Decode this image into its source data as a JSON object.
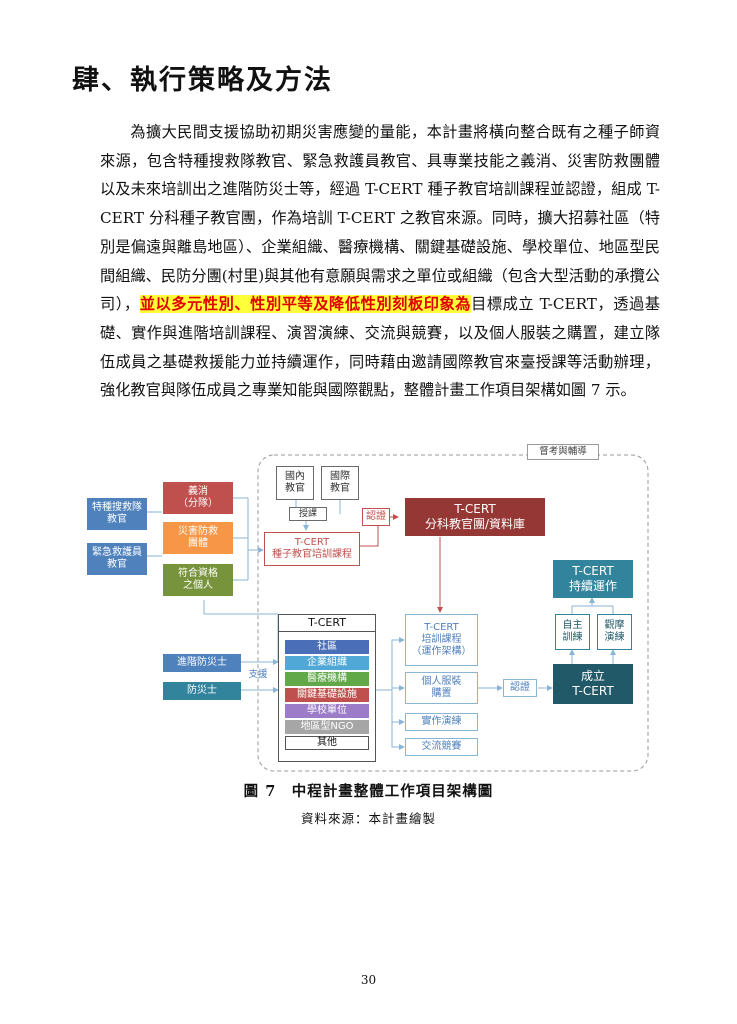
{
  "heading": "肆、執行策略及方法",
  "paragraph": {
    "before": "為擴大民間支援協助初期災害應變的量能，本計畫將橫向整合既有之種子師資來源，包含特種搜救隊教官、緊急救護員教官、具專業技能之義消、災害防救團體以及未來培訓出之進階防災士等，經過 T-CERT 種子教官培訓課程並認證，組成 T-CERT 分科種子教官團，作為培訓 T-CERT 之教官來源。同時，擴大招募社區（特別是偏遠與離島地區）、企業組織、醫療機構、關鍵基礎設施、學校單位、地區型民間組織、民防分團(村里)與其他有意願與需求之單位或組織（包含大型活動的承攬公司），",
    "highlight": "並以多元性別、性別平等及降低性別刻板印象為",
    "after": "目標成立 T-CERT，透過基礎、實作與進階培訓課程、演習演練、交流與競賽，以及個人服裝之購置，建立隊伍成員之基礎救援能力並持續運作，同時藉由邀請國際教官來臺授課等活動辦理，強化教官與隊伍成員之專業知能與國際觀點，整體計畫工作項目架構如圖 7 示。"
  },
  "diagram": {
    "supervision": "督考與輔導",
    "domestic": "國內\n教官",
    "international": "國際\n教官",
    "teach": "授課",
    "special_rescue": "特種搜救隊\n教官",
    "emt": "緊急救護員\n教官",
    "volunteer_fire": "義消\n（分隊）",
    "disaster_group": "災害防救\n團體",
    "qualified": "符合資格\n之個人",
    "seed_course": "T-CERT\n種子教官培訓課程",
    "certify": "認證",
    "seed_team": "T-CERT\n分科教官團/資料庫",
    "tcert_header": "T-CERT",
    "units": [
      {
        "label": "社區",
        "color": "#4a6fb8"
      },
      {
        "label": "企業組織",
        "color": "#4fa8d6"
      },
      {
        "label": "醫療機構",
        "color": "#60a848"
      },
      {
        "label": "關鍵基礎設施",
        "color": "#c0504d"
      },
      {
        "label": "學校單位",
        "color": "#9c7bc8"
      },
      {
        "label": "地區型NGO",
        "color": "#a6a6a6"
      },
      {
        "label": "其他",
        "color": "#ffffff"
      }
    ],
    "advanced_du": "進階防災士",
    "du": "防災士",
    "support": "支援",
    "course": "T-CERT\n培訓課程\n（運作架構）",
    "gear": "個人服裝\n購置",
    "drill": "實作演練",
    "contest": "交流競賽",
    "certify2": "認證",
    "establish": "成立\nT-CERT",
    "self_train": "自主\n訓練",
    "observe": "觀摩\n演練",
    "sustain": "T-CERT\n持續運作"
  },
  "caption": "圖 7　中程計畫整體工作項目架構圖",
  "source": "資料來源：本計畫繪製",
  "page_number": "30",
  "colors": {
    "red": "#c0504d",
    "orange": "#f79646",
    "green": "#77933c",
    "blue": "#4f81bd",
    "teal": "#31849b",
    "dark_teal": "#215968",
    "dark_red": "#953735",
    "highlight": "#ffff3a"
  }
}
